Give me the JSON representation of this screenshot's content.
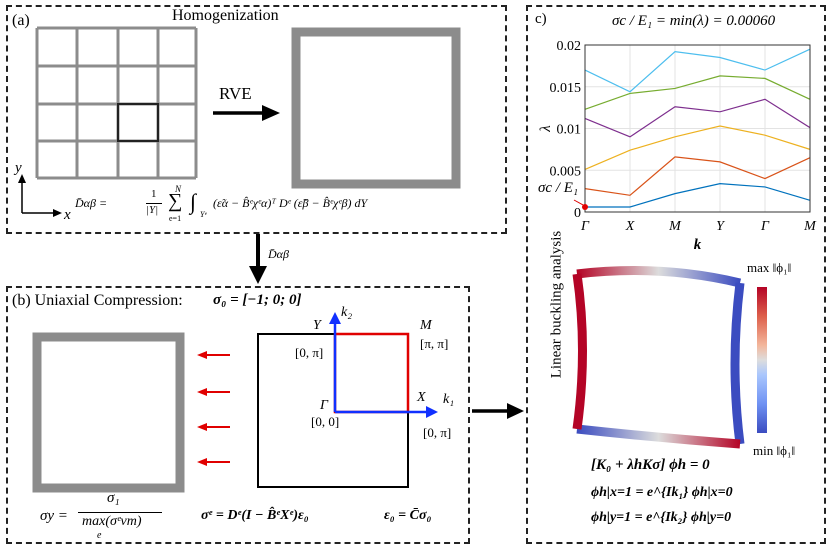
{
  "panel_a": {
    "label": "(a)",
    "title": "Homogenization",
    "arrow_label": "RVE",
    "axis_y": "y",
    "axis_x": "x",
    "formula": "D̄αβ = (1/|Y|) Σ_{e=1}^{N} ∫_{Y^e} (ε̃α − B̂^e χ^e_α)^T D^e (ε̃β − B̂^e χ^e_β) dY",
    "formula_lhs": "D̄αβ =",
    "formula_frac_num": "1",
    "formula_frac_den": "|Y|",
    "formula_sum_top": "N",
    "formula_sum_bot": "e=1",
    "formula_int_sub": "Yᵉ",
    "formula_body": "(ε̃α − B̂ᵉχᵉα)ᵀ Dᵉ (ε̃β − B̂ᵉχᵉβ) dY"
  },
  "connector": {
    "label": "D̄αβ"
  },
  "panel_b": {
    "label": "(b) Uniaxial Compression:",
    "load": "σ₀ = [−1; 0; 0]",
    "bz_Y": "Y",
    "bz_k2": "k₂",
    "bz_M": "M",
    "bz_0pi": "[0, π]",
    "bz_pipi": "[π, π]",
    "bz_Gamma": "Γ",
    "bz_00": "[0, 0]",
    "bz_X": "X",
    "bz_k1": "k₁",
    "bz_pi0": "[0, π]",
    "sigma_y_lhs": "σy =",
    "sigma_y_num": "σ₁",
    "sigma_y_den": "max(σᵉvm)",
    "sigma_y_sub": "e",
    "stress_eq": "σᵉ = Dᵉ(I − B̂ᵉXᵉ)ε₀",
    "strain_eq": "ε₀ = C̄σ₀"
  },
  "panel_c": {
    "label": "c)",
    "title": "σc / E₁ = min(λ) = 0.00060",
    "side_label": "Linear buckling analysis",
    "sigma_marker": "σc / E₁",
    "cb_max": "max ‖ϕ₁‖",
    "cb_min": "min ‖ϕ₁‖",
    "eq1": "[K₀ + λhKσ] ϕh = 0",
    "eq2": "ϕh|x=1 = e^{Ik₁} ϕh|x=0",
    "eq3": "ϕh|y=1 = e^{Ik₂} ϕh|y=0"
  },
  "chart_data": {
    "type": "line",
    "title": "σc/E₁ = min(λ) = 0.00060",
    "xlabel": "k",
    "ylabel": "λ",
    "x": [
      "Γ",
      "X",
      "M",
      "Y",
      "Γ",
      "M"
    ],
    "ylim": [
      0,
      0.02
    ],
    "yticks": [
      "0",
      "0.005",
      "0.01",
      "0.015",
      "0.02"
    ],
    "grid": true,
    "series": [
      {
        "color": "#0072bd",
        "values": [
          0.0006,
          0.0006,
          0.0022,
          0.0034,
          0.003,
          0.0014
        ]
      },
      {
        "color": "#d95319",
        "values": [
          0.0028,
          0.002,
          0.0066,
          0.006,
          0.004,
          0.0065
        ]
      },
      {
        "color": "#edb120",
        "values": [
          0.0051,
          0.0074,
          0.009,
          0.0103,
          0.0092,
          0.0075
        ]
      },
      {
        "color": "#7e2f8e",
        "values": [
          0.0112,
          0.009,
          0.0126,
          0.012,
          0.0135,
          0.0101
        ]
      },
      {
        "color": "#77ac30",
        "values": [
          0.0123,
          0.0142,
          0.0148,
          0.0163,
          0.016,
          0.0135
        ]
      },
      {
        "color": "#4dbeee",
        "values": [
          0.017,
          0.0144,
          0.0192,
          0.0185,
          0.017,
          0.0195
        ]
      }
    ]
  }
}
